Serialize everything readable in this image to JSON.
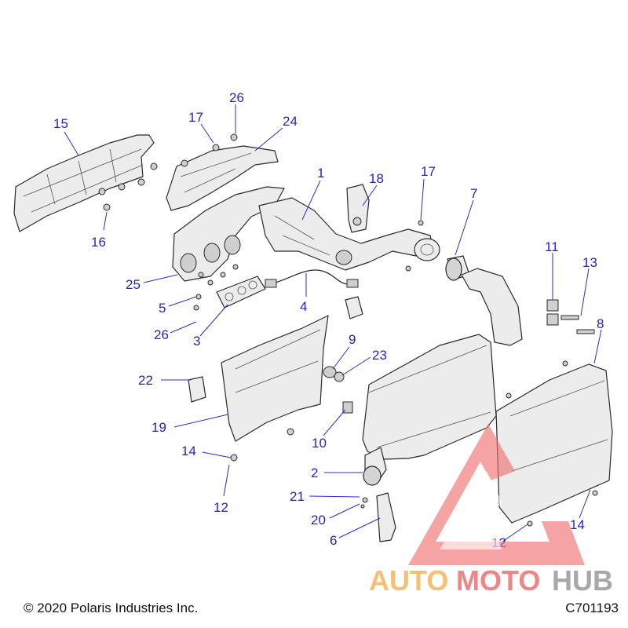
{
  "footer": {
    "copyright": "© 2020 Polaris Industries Inc.",
    "drawing_code": "C701193"
  },
  "watermark": {
    "part1": "AUTO",
    "part2": "MOTO",
    "part3": "HUB",
    "colors": {
      "auto": "#f5b55a",
      "moto": "#ef6f6f",
      "hub": "#9a9a9a",
      "triangle": "#ef6f6f"
    }
  },
  "callouts": {
    "c26a": "26",
    "c17a": "17",
    "c24": "24",
    "c15": "15",
    "c1": "1",
    "c18": "18",
    "c17b": "17",
    "c7": "7",
    "c16": "16",
    "c25": "25",
    "c5": "5",
    "c26b": "26",
    "c3": "3",
    "c4": "4",
    "c11": "11",
    "c13": "13",
    "c8": "8",
    "c9": "9",
    "c23": "23",
    "c22": "22",
    "c19": "19",
    "c10": "10",
    "c14a": "14",
    "c12a": "12",
    "c2": "2",
    "c21": "21",
    "c20": "20",
    "c6": "6",
    "c12b": "12",
    "c14b": "14"
  },
  "colors": {
    "callout": "#2323c8",
    "leader": "#2b2bd6"
  }
}
